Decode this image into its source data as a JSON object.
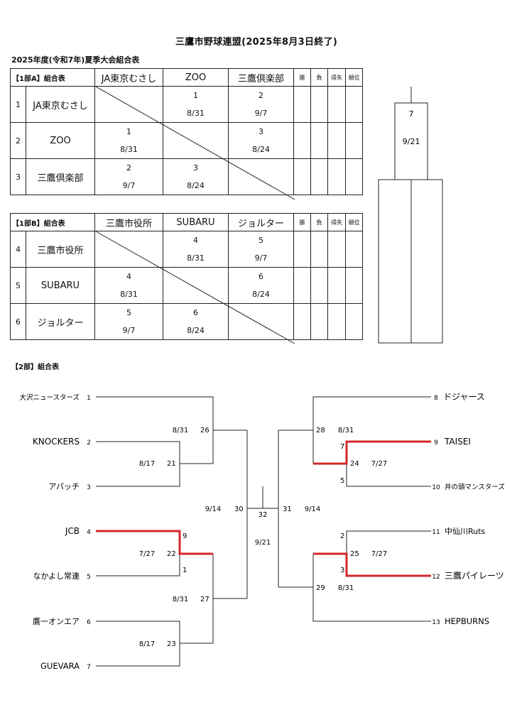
{
  "page": {
    "title": "三鷹市野球連盟(2025年8月3日終了)",
    "subtitle": "2025年度(令和7年)夏季大会組合表"
  },
  "groupA": {
    "caption": "【1部A】組合表",
    "cols": [
      "JA東京むさし",
      "ZOO",
      "三鷹倶楽部"
    ],
    "stat_cols": [
      "勝",
      "負",
      "得失",
      "順位"
    ],
    "rows": [
      {
        "no": "1",
        "name": "JA東京むさし",
        "cells": [
          null,
          {
            "g": "1",
            "d": "8/31"
          },
          {
            "g": "2",
            "d": "9/7"
          }
        ]
      },
      {
        "no": "2",
        "name": "ZOO",
        "cells": [
          {
            "g": "1",
            "d": "8/31"
          },
          null,
          {
            "g": "3",
            "d": "8/24"
          }
        ]
      },
      {
        "no": "3",
        "name": "三鷹倶楽部",
        "cells": [
          {
            "g": "2",
            "d": "9/7"
          },
          {
            "g": "3",
            "d": "8/24"
          },
          null
        ]
      }
    ]
  },
  "groupB": {
    "caption": "【1部B】組合表",
    "cols": [
      "三鷹市役所",
      "SUBARU",
      "ジョルター"
    ],
    "stat_cols": [
      "勝",
      "負",
      "得失",
      "順位"
    ],
    "rows": [
      {
        "no": "4",
        "name": "三鷹市役所",
        "cells": [
          null,
          {
            "g": "4",
            "d": "8/31"
          },
          {
            "g": "5",
            "d": "9/7"
          }
        ]
      },
      {
        "no": "5",
        "name": "SUBARU",
        "cells": [
          {
            "g": "4",
            "d": "8/31"
          },
          null,
          {
            "g": "6",
            "d": "8/24"
          }
        ]
      },
      {
        "no": "6",
        "name": "ジョルター",
        "cells": [
          {
            "g": "5",
            "d": "9/7"
          },
          {
            "g": "6",
            "d": "8/24"
          },
          null
        ]
      }
    ]
  },
  "final1": {
    "game": "7",
    "date": "9/21"
  },
  "div2": {
    "caption": "【2部】組合表",
    "left_teams": [
      {
        "name": "大沢ニュースターズ",
        "no": "1"
      },
      {
        "name": "KNOCKERS",
        "no": "2"
      },
      {
        "name": "アパッチ",
        "no": "3"
      },
      {
        "name": "JCB",
        "no": "4"
      },
      {
        "name": "なかよし常連",
        "no": "5"
      },
      {
        "name": "鷹一オンエア",
        "no": "6"
      },
      {
        "name": "GUEVARA",
        "no": "7"
      }
    ],
    "right_teams": [
      {
        "no": "8",
        "name": "ドジャース"
      },
      {
        "no": "9",
        "name": "TAISEI"
      },
      {
        "no": "10",
        "name": "井の頭マンスターズ"
      },
      {
        "no": "11",
        "name": "中仙川Ruts"
      },
      {
        "no": "12",
        "name": "三鷹パイレーツ"
      },
      {
        "no": "13",
        "name": "HEPBURNS"
      }
    ],
    "games": {
      "g21": {
        "no": "21",
        "date": "8/17"
      },
      "g26": {
        "no": "26",
        "date": "8/31"
      },
      "g22": {
        "no": "22",
        "date": "7/27",
        "score_top": "9",
        "score_bottom": "1"
      },
      "g23": {
        "no": "23",
        "date": "8/17"
      },
      "g27": {
        "no": "27",
        "date": "8/31"
      },
      "g30": {
        "no": "30",
        "date": "9/14"
      },
      "g32": {
        "no": "32",
        "date": "9/21"
      },
      "g31": {
        "no": "31",
        "date": "9/14"
      },
      "g28": {
        "no": "28",
        "date": "8/31"
      },
      "g24": {
        "no": "24",
        "date": "7/27",
        "score_top": "7",
        "score_bottom": "5"
      },
      "g25": {
        "no": "25",
        "date": "7/27",
        "score_top": "2",
        "score_bottom": "3"
      },
      "g29": {
        "no": "29",
        "date": "8/31"
      }
    },
    "winner_color": "#d62828"
  }
}
